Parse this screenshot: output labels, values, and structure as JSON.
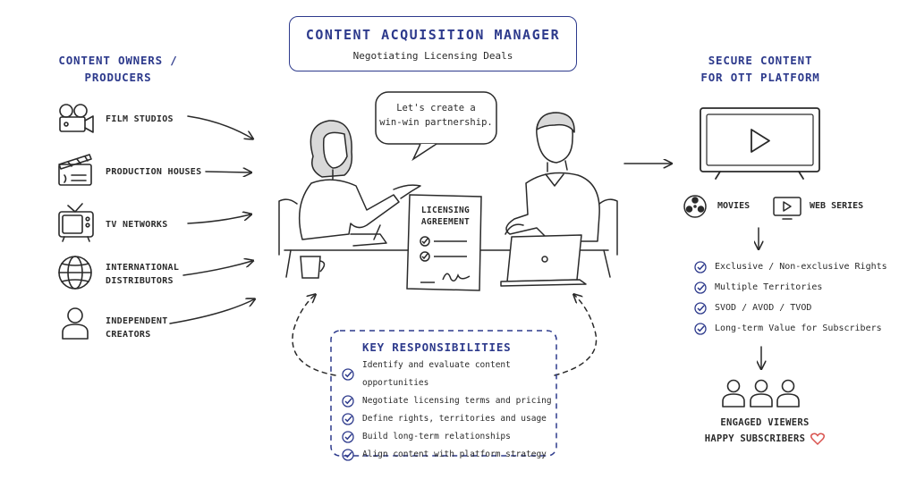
{
  "header": {
    "title": "CONTENT ACQUISITION MANAGER",
    "subtitle": "Negotiating Licensing Deals"
  },
  "left": {
    "heading_line1": "CONTENT OWNERS /",
    "heading_line2": "PRODUCERS",
    "sources": [
      {
        "icon": "film-camera-icon",
        "line1": "FILM STUDIOS",
        "line2": ""
      },
      {
        "icon": "clapperboard-icon",
        "line1": "PRODUCTION HOUSES",
        "line2": ""
      },
      {
        "icon": "tv-icon",
        "line1": "TV NETWORKS",
        "line2": ""
      },
      {
        "icon": "globe-icon",
        "line1": "INTERNATIONAL",
        "line2": "DISTRIBUTORS"
      },
      {
        "icon": "person-icon",
        "line1": "INDEPENDENT",
        "line2": "CREATORS"
      }
    ]
  },
  "center": {
    "speech_line1": "Let's create a",
    "speech_line2": "win-win partnership.",
    "agreement_line1": "LICENSING",
    "agreement_line2": "AGREEMENT"
  },
  "responsibilities": {
    "title": "KEY RESPONSIBILITIES",
    "items": [
      "Identify and evaluate content opportunities",
      "Negotiate licensing terms and pricing",
      "Define rights, territories and usage",
      "Build long-term relationships",
      "Align content with platform strategy"
    ]
  },
  "right": {
    "heading_line1": "SECURE CONTENT",
    "heading_line2": "FOR OTT PLATFORM",
    "media": [
      {
        "icon": "film-reel-icon",
        "label": "MOVIES"
      },
      {
        "icon": "monitor-play-icon",
        "label": "WEB SERIES"
      }
    ],
    "items": [
      "Exclusive / Non-exclusive Rights",
      "Multiple Territories",
      "SVOD / AVOD / TVOD",
      "Long-term Value for Subscribers"
    ],
    "final_line1": "ENGAGED VIEWERS",
    "final_line2": "HAPPY SUBSCRIBERS"
  },
  "colors": {
    "accent": "#2d3a8c",
    "ink": "#2a2a2a",
    "heart": "#d9534f"
  }
}
